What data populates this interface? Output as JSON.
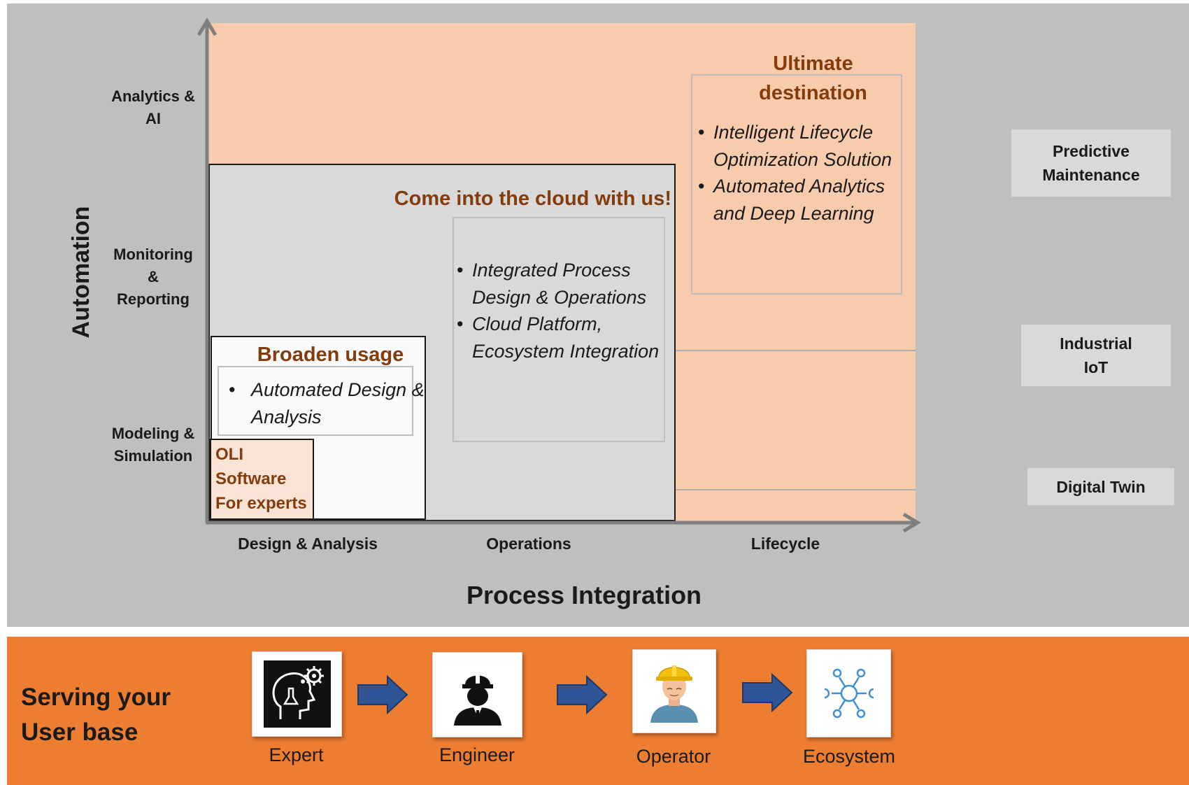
{
  "axes": {
    "y_title": "Automation",
    "x_title": "Process Integration",
    "y_levels": [
      "Analytics &\nAI",
      "Monitoring\n&\nReporting",
      "Modeling &\nSimulation"
    ],
    "x_levels": [
      "Design & Analysis",
      "Operations",
      "Lifecycle"
    ]
  },
  "zones": {
    "ultimate": {
      "title": "Ultimate\ndestination",
      "bullets": [
        "Intelligent Lifecycle Optimization Solution",
        "Automated Analytics and Deep Learning"
      ]
    },
    "cloud": {
      "title": "Come into the cloud with us!",
      "bullets": [
        "Integrated Process Design & Operations",
        "Cloud Platform, Ecosystem Integration"
      ]
    },
    "broaden": {
      "title": "Broaden usage",
      "bullets": [
        "Automated Design & Analysis"
      ]
    },
    "oli": {
      "title": "OLI\nSoftware\nFor experts"
    }
  },
  "side_labels": [
    "Predictive\nMaintenance",
    "Industrial\nIoT",
    "Digital Twin"
  ],
  "user_base": {
    "heading": "Serving your\nUser base",
    "roles": [
      {
        "label": "Expert",
        "icon": "expert-head-gear-icon"
      },
      {
        "label": "Engineer",
        "icon": "engineer-hardhat-icon"
      },
      {
        "label": "Operator",
        "icon": "operator-worker-icon"
      },
      {
        "label": "Ecosystem",
        "icon": "ecosystem-network-icon"
      }
    ]
  },
  "colors": {
    "panel_gray": "#bfbfbf",
    "ultimate_fill": "#f8cbad",
    "cloud_fill": "#d9d9d9",
    "title_brown": "#843c0c",
    "orange_band": "#ed7d31",
    "arrow_blue": "#2f5597"
  }
}
